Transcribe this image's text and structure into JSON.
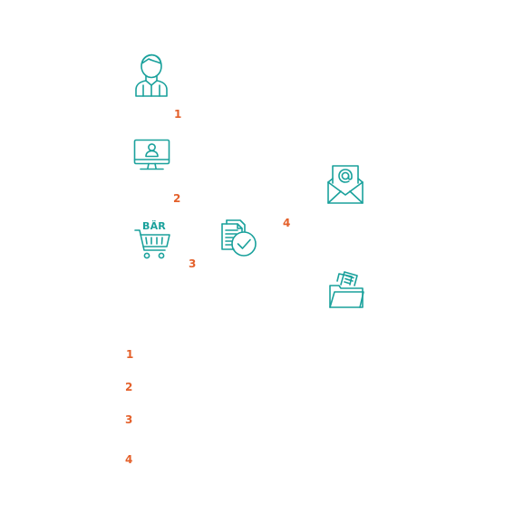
{
  "colors": {
    "teal": "#1aa19c",
    "orange": "#e4612b"
  },
  "icons": {
    "person": "person-icon",
    "monitor": "monitor-user-icon",
    "cart": "shopping-cart-icon",
    "document_check": "document-check-icon",
    "email": "email-envelope-icon",
    "folder": "folder-documents-icon"
  },
  "cart_brand": "BÄR",
  "diagram_numbers": {
    "n1": "1",
    "n2": "2",
    "n3": "3",
    "n4": "4"
  },
  "legend": [
    {
      "number": "1"
    },
    {
      "number": "2"
    },
    {
      "number": "3"
    },
    {
      "number": "4"
    }
  ]
}
